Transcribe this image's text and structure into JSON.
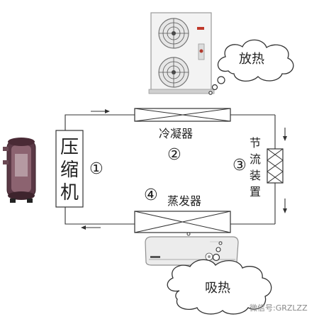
{
  "compressor": {
    "label": "压缩机",
    "number": "①"
  },
  "condenser": {
    "label": "冷凝器",
    "number": "②"
  },
  "throttle": {
    "label": "节流装置",
    "number": "③"
  },
  "evaporator": {
    "label": "蒸发器",
    "number": "④"
  },
  "clouds": {
    "heat_release": "放热",
    "heat_absorb": "吸热"
  },
  "watermark": "微信号:GRZLZZ"
}
